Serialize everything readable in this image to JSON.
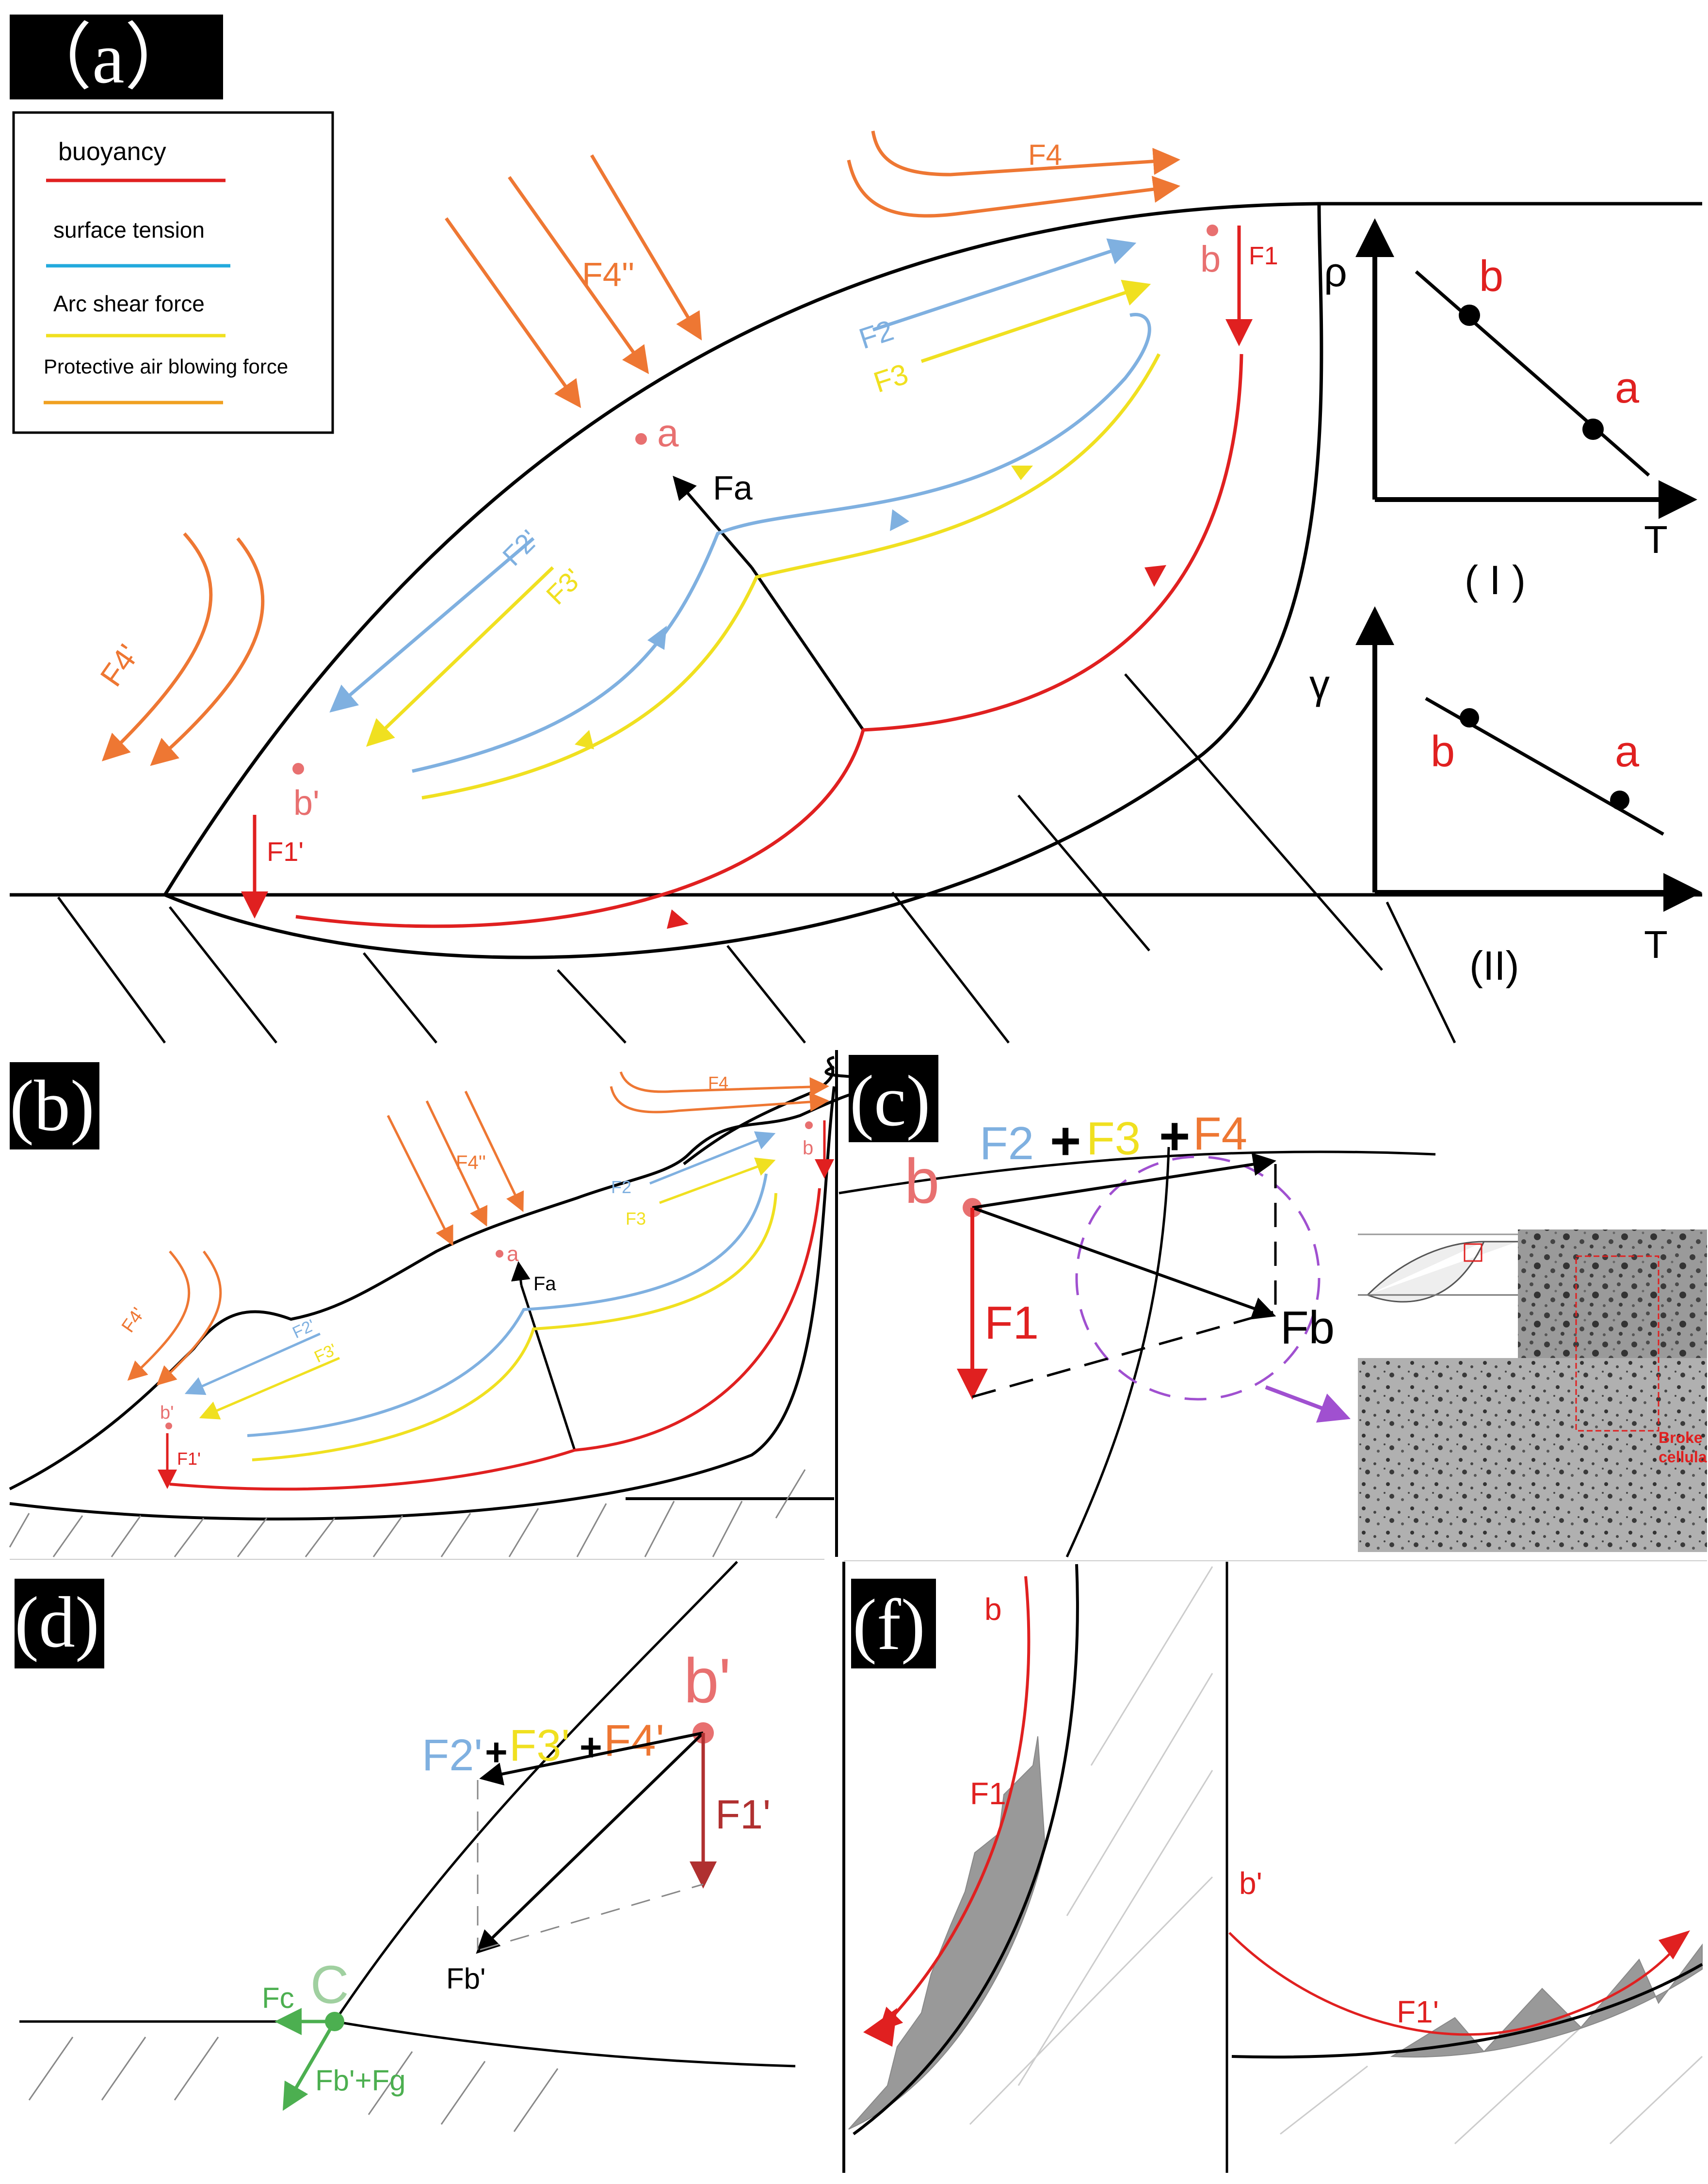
{
  "panels": {
    "a": {
      "label": "（a）",
      "legend": {
        "buoyancy": "buoyancy",
        "surface_tension": "surface tension",
        "arc_shear": "Arc shear force",
        "air_blowing": "Protective air blowing force"
      },
      "forces": {
        "F1": "F1",
        "F1p": "F1'",
        "F2": "F2",
        "F2p": "F2'",
        "F3": "F3",
        "F3p": "F3'",
        "F4": "F4",
        "F4p": "F4'",
        "F4pp": "F4''",
        "Fa": "Fa"
      },
      "points": {
        "a": "a",
        "b": "b",
        "bp": "b'"
      },
      "inset1": {
        "ylabel": "ρ",
        "xlabel": "T",
        "pt_b": "b",
        "pt_a": "a",
        "tag": "( I )"
      },
      "inset2": {
        "ylabel": "γ",
        "xlabel": "T",
        "pt_b": "b",
        "pt_a": "a",
        "tag": "(II)"
      }
    },
    "b": {
      "label": "(b)",
      "forces": {
        "F1": "F1'",
        "F2": "F2",
        "F2p": "F2'",
        "F3": "F3",
        "F3p": "F3'",
        "F4": "F4",
        "F4p": "F4'",
        "F4pp": "F4''",
        "Fa": "Fa"
      },
      "points": {
        "a": "a",
        "b": "b",
        "bp": "b'"
      }
    },
    "c": {
      "label": "(c)",
      "sum": {
        "f2": "F2",
        "plus1": "+",
        "f3": "F3",
        "plus2": "+",
        "f4": "F4"
      },
      "point_b": "b",
      "F1": "F1",
      "Fb": "Fb",
      "micro_text1": "Broke",
      "micro_text2": "cellula"
    },
    "d": {
      "label": "(d)",
      "sum": {
        "f2": "F2'",
        "plus1": "+",
        "f3": "F3'",
        "plus2": "+",
        "f4": "F4'"
      },
      "point_bp": "b'",
      "F1p": "F1'",
      "Fbp": "Fb'",
      "C": "C",
      "Fc": "Fc",
      "Fbg": "Fb'+Fg"
    },
    "f": {
      "label": "(f)",
      "left": {
        "b": "b",
        "F1": "F1"
      },
      "right": {
        "bp": "b'",
        "F1p": "F1'"
      }
    }
  },
  "colors": {
    "buoyancy": "#e02020",
    "surface_tension": "#7fb0e0",
    "arc_shear": "#f0e020",
    "air_blowing": "#ee7733",
    "point": "#e87070",
    "green": "#4caf50",
    "purple": "#a050d0"
  }
}
